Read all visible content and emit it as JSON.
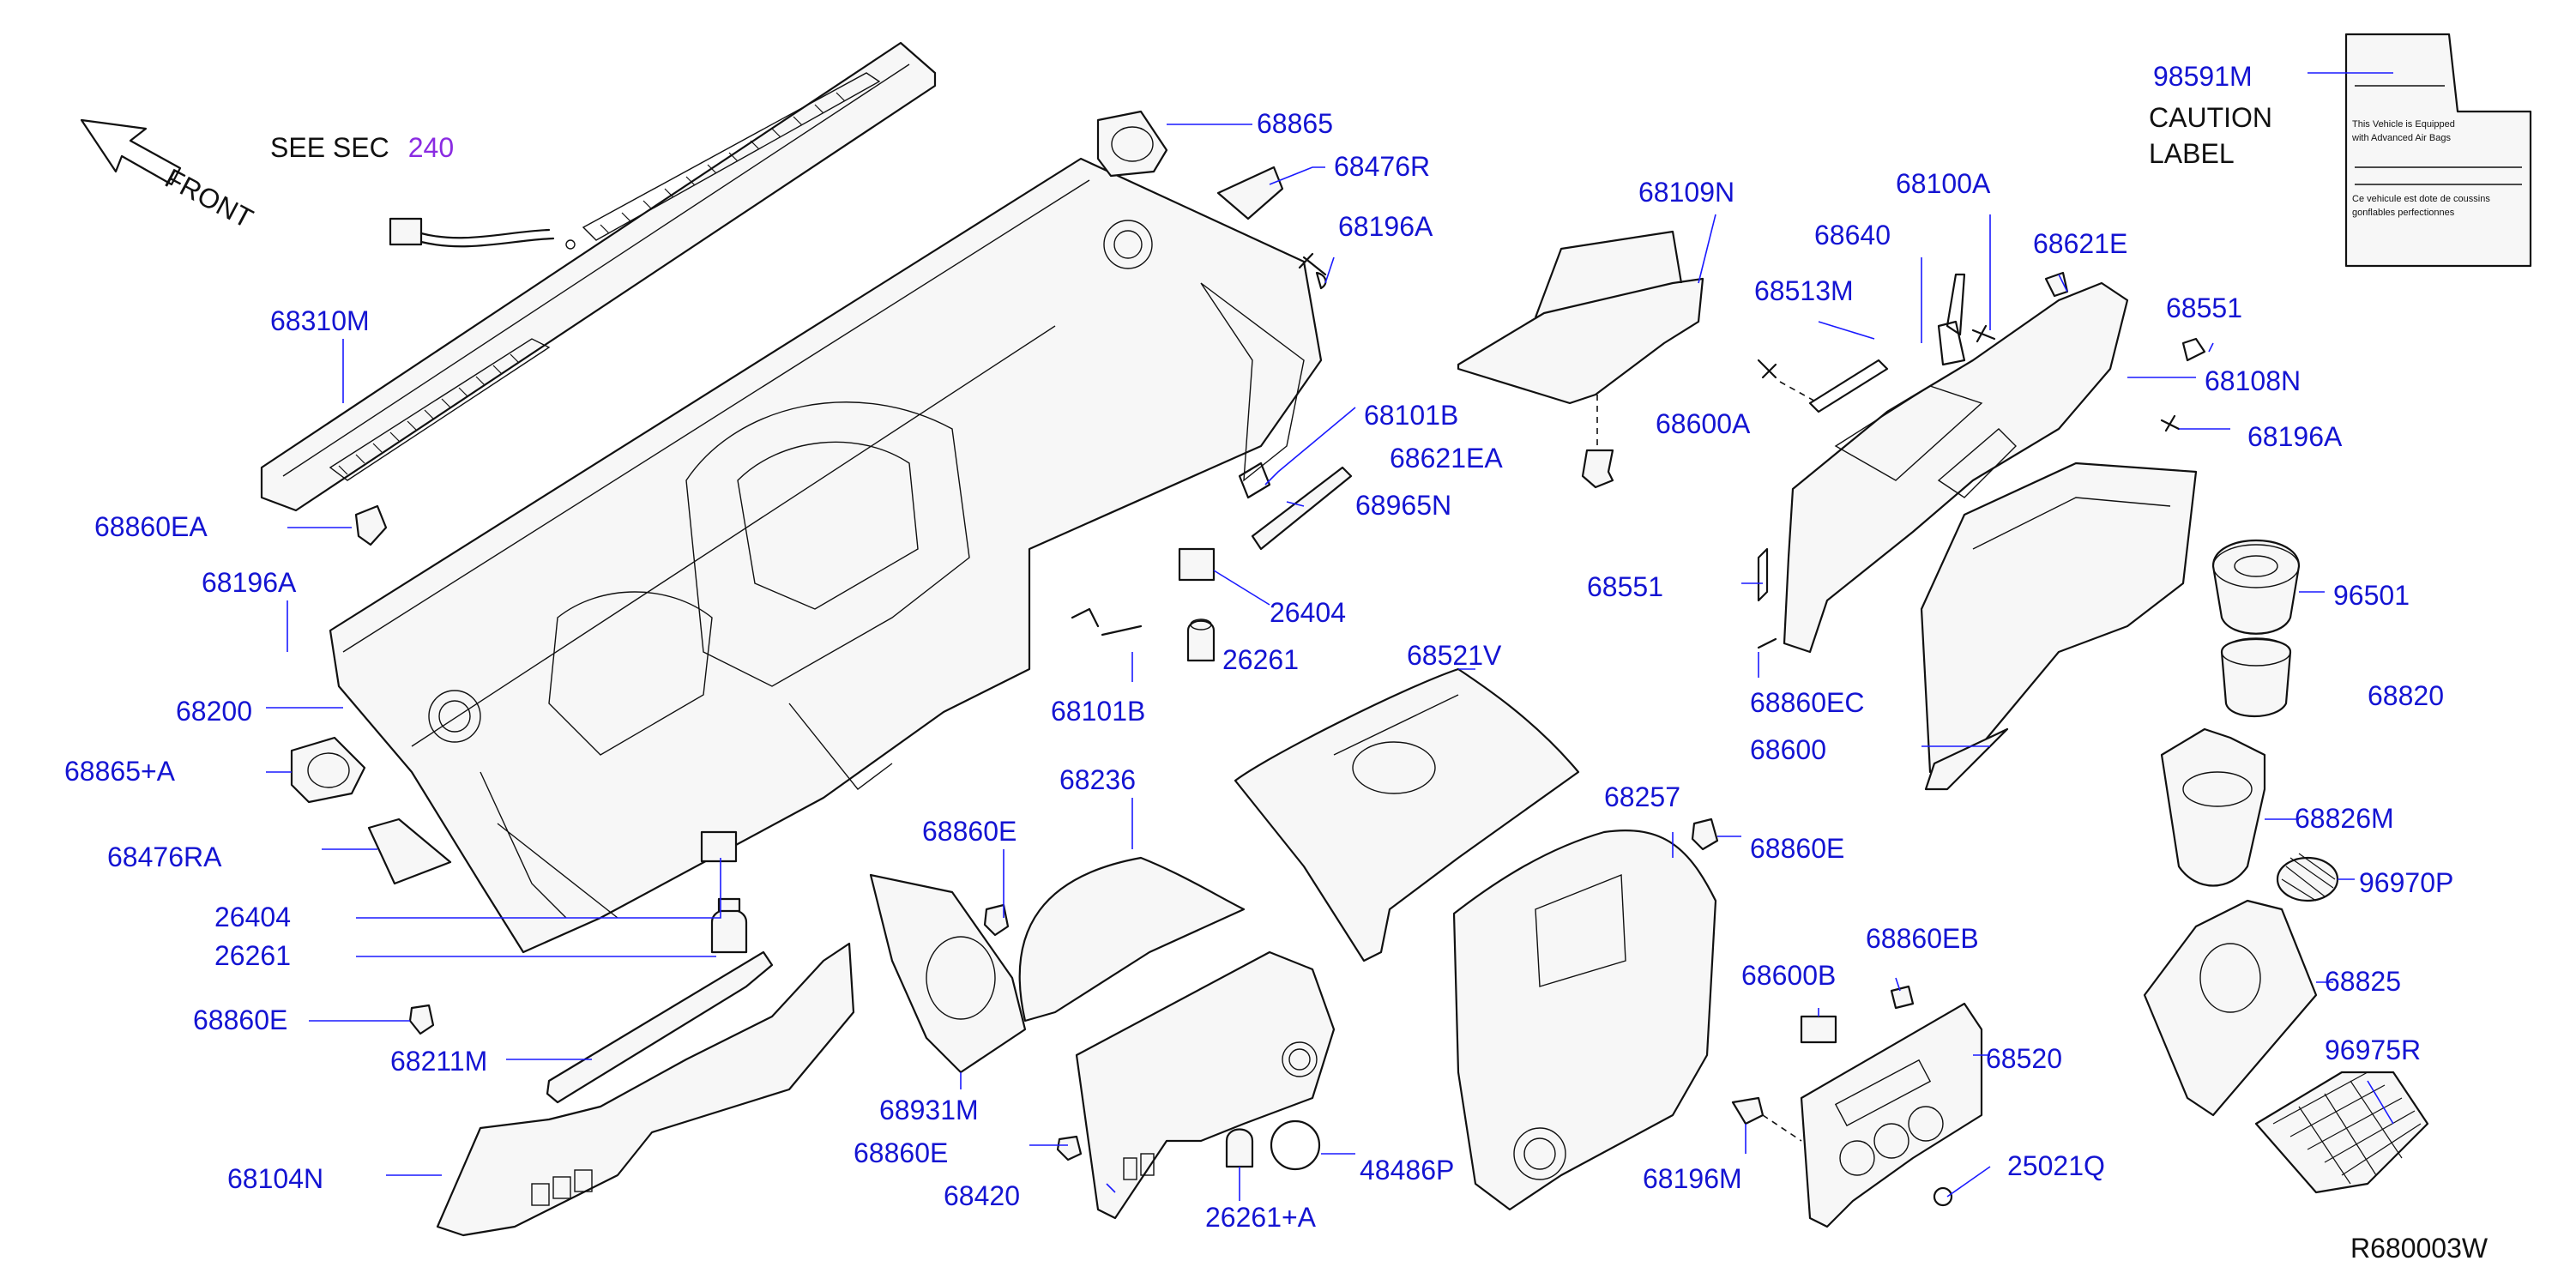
{
  "see_sec": {
    "prefix": "SEE   SEC",
    "number": "240"
  },
  "front_label": "FRONT",
  "caution_label": {
    "line1": "CAUTION",
    "line2": "LABEL",
    "text_en_1": "This    Vehicle    is    Equipped",
    "text_en_2": "with    Advanced    Air    Bags",
    "text_fr_1": "Ce    vehicule    est    dote    de    coussins",
    "text_fr_2": "gonflables    perfectionnes"
  },
  "diagram_code": "R680003W",
  "colors": {
    "label": "#1414d2",
    "section_ref": "#8a2be2",
    "line": "#111111"
  },
  "part_labels": [
    "68865",
    "68476R",
    "68196A",
    "68310M",
    "68860EA",
    "68196A",
    "68200",
    "68865+A",
    "68476RA",
    "26404",
    "26261",
    "68860E",
    "68211M",
    "68104N",
    "68101B",
    "68621EA",
    "68965N",
    "26404",
    "26261",
    "68101B",
    "68236",
    "68860E",
    "68931M",
    "68860E",
    "68420",
    "26261+A",
    "48486P",
    "68521V",
    "68257",
    "68860E",
    "68109N",
    "68640",
    "68513M",
    "68100A",
    "68621E",
    "68551",
    "68108N",
    "68600A",
    "68196A",
    "68551",
    "68860EC",
    "68600",
    "98591M",
    "96501",
    "68820",
    "68826M",
    "96970P",
    "68825",
    "96975R",
    "68860EB",
    "68600B",
    "68520",
    "68196M",
    "25021Q"
  ]
}
